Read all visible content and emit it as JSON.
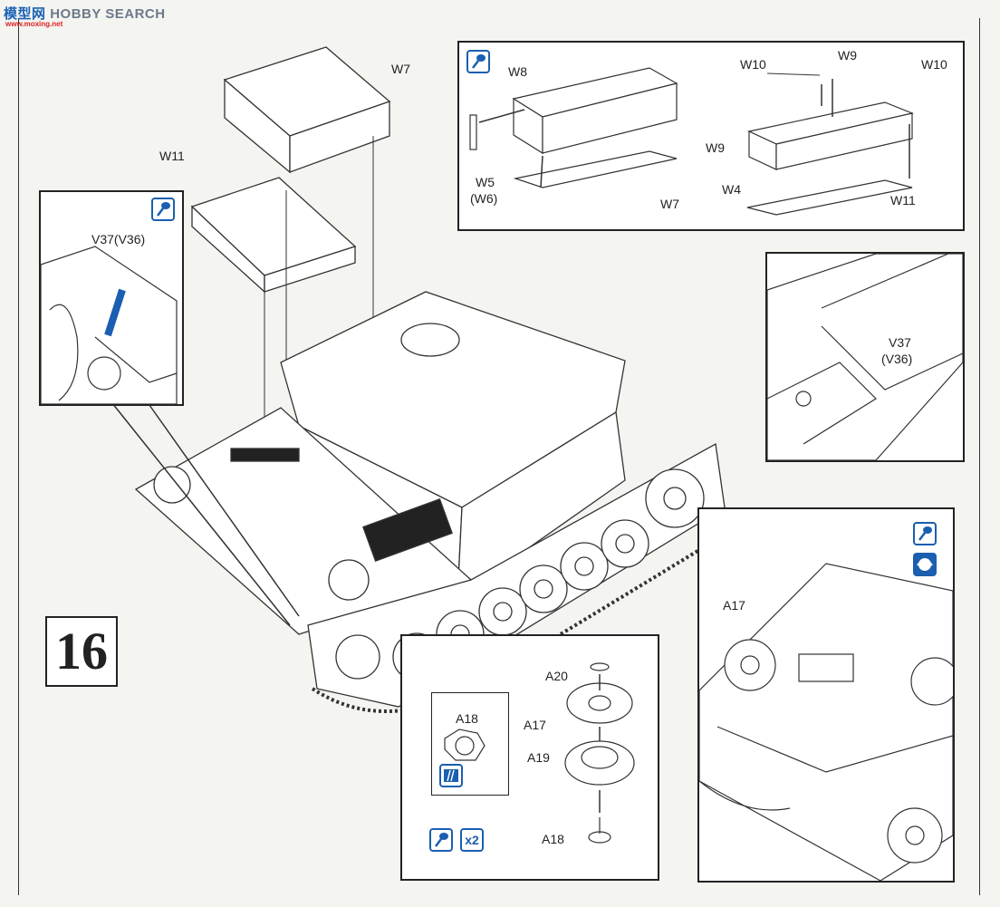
{
  "watermark": {
    "brand_a": "模型网",
    "brand_b": "HOBBY SEARCH",
    "sub": "www.moxing.net"
  },
  "step_number": "16",
  "colors": {
    "accent": "#1a5fb0",
    "line": "#222222",
    "paper": "#f4f4f1"
  },
  "icons": {
    "glue": "glue-brush-icon",
    "flip": "rotate-view-icon",
    "paint": "paint-stripes-icon",
    "repeat": "x2"
  },
  "labels": {
    "main": {
      "w7": "W7",
      "w11": "W11"
    },
    "left_detail": {
      "v37": "V37(V36)"
    },
    "top_detail": {
      "w8": "W8",
      "w5": "W5",
      "w6": "(W6)",
      "w7": "W7",
      "w10a": "W10",
      "w9a": "W9",
      "w10b": "W10",
      "w9b": "W9",
      "w4": "W4",
      "w11": "W11"
    },
    "right_detail": {
      "v37": "V37",
      "v36": "(V36)"
    },
    "bottom_right": {
      "a17": "A17"
    },
    "wheel_detail": {
      "a20": "A20",
      "a17": "A17",
      "a19": "A19",
      "a18": "A18"
    },
    "hub_inset": {
      "a18": "A18"
    }
  }
}
